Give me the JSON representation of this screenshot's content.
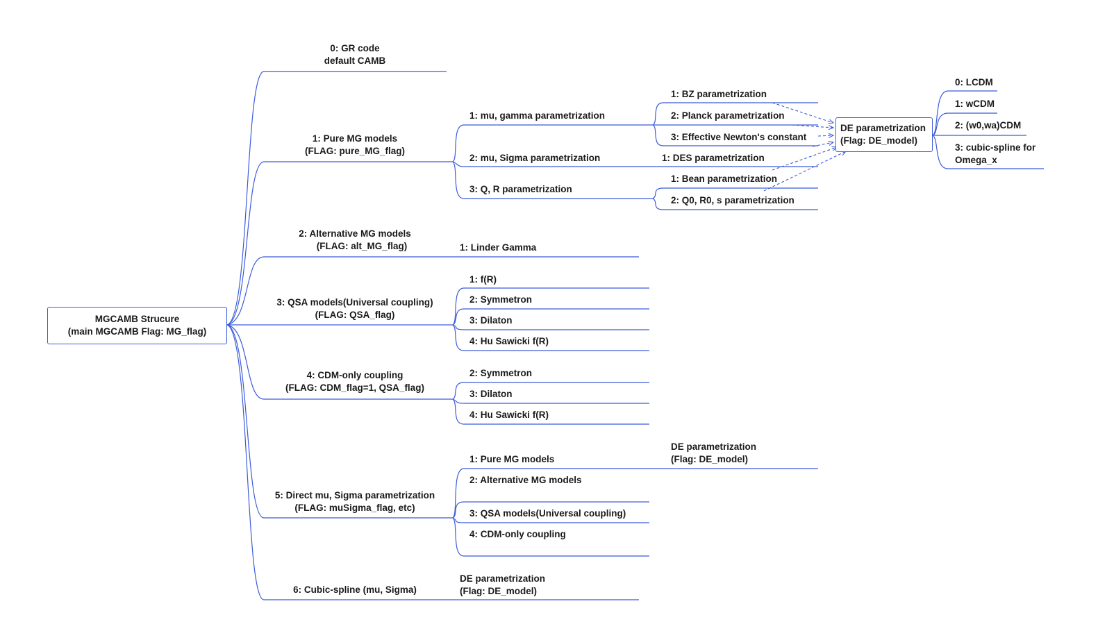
{
  "colors": {
    "line": "#3b5bdb",
    "text": "#1a1a1a",
    "background": "#ffffff"
  },
  "root": {
    "line1": "MGCAMB Strucure",
    "line2": "(main MGCAMB Flag: MG_flag)"
  },
  "branches": {
    "b0": {
      "line1": "0: GR code",
      "line2": "default CAMB"
    },
    "b1": {
      "line1": "1: Pure MG models",
      "line2": "(FLAG: pure_MG_flag)",
      "children": {
        "mu_gamma": "1: mu, gamma parametrization",
        "mu_sigma": "2: mu, Sigma parametrization",
        "q_r": "3: Q, R parametrization"
      },
      "mu_gamma_children": [
        "1: BZ parametrization",
        "2: Planck parametrization",
        "3: Effective Newton's constant"
      ],
      "mu_sigma_children": [
        "1: DES parametrization"
      ],
      "q_r_children": [
        "1: Bean parametrization",
        "2: Q0, R0, s parametrization"
      ]
    },
    "b2": {
      "line1": "2: Alternative MG models",
      "line2": "(FLAG: alt_MG_flag)",
      "children": [
        "1: Linder Gamma"
      ]
    },
    "b3": {
      "line1": "3: QSA models(Universal coupling)",
      "line2": "(FLAG: QSA_flag)",
      "children": [
        "1: f(R)",
        "2: Symmetron",
        "3: Dilaton",
        "4: Hu Sawicki f(R)"
      ]
    },
    "b4": {
      "line1": "4: CDM-only coupling",
      "line2": "(FLAG: CDM_flag=1, QSA_flag)",
      "children": [
        "2: Symmetron",
        "3: Dilaton",
        "4: Hu Sawicki f(R)"
      ]
    },
    "b5": {
      "line1": "5: Direct mu, Sigma parametrization",
      "line2": "(FLAG: muSigma_flag, etc)",
      "children": [
        "1: Pure MG models",
        "2: Alternative MG models",
        "3: QSA models(Universal coupling)",
        "4: CDM-only coupling"
      ],
      "de": {
        "line1": "DE parametrization",
        "line2": "(Flag: DE_model)"
      }
    },
    "b6": {
      "line1": "6: Cubic-spline (mu, Sigma)",
      "de": {
        "line1": "DE parametrization",
        "line2": "(Flag: DE_model)"
      }
    }
  },
  "de_box": {
    "line1": "DE parametrization",
    "line2": "(Flag: DE_model)",
    "children": [
      "0: LCDM",
      "1: wCDM",
      "2: (w0,wa)CDM",
      "3: cubic-spline for",
      "Omega_x"
    ]
  }
}
